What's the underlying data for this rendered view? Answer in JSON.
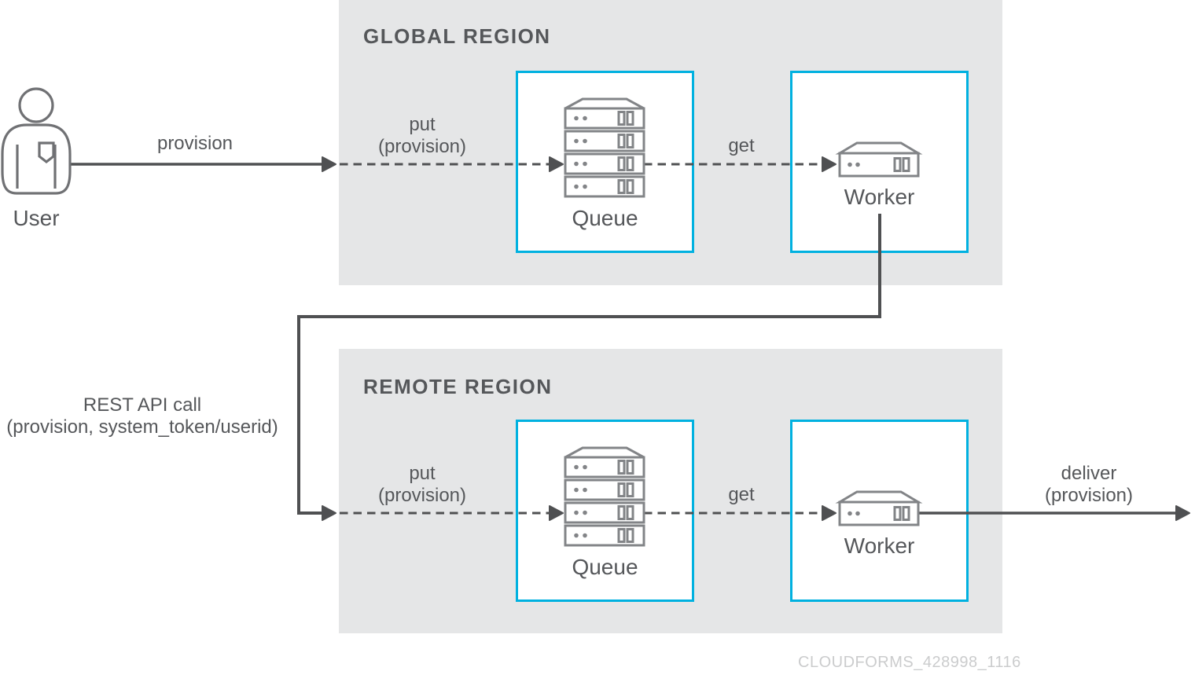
{
  "diagram": {
    "user": {
      "label": "User"
    },
    "regions": {
      "global": {
        "title": "GLOBAL REGION",
        "queue_label": "Queue",
        "worker_label": "Worker"
      },
      "remote": {
        "title": "REMOTE REGION",
        "queue_label": "Queue",
        "worker_label": "Worker"
      }
    },
    "edges": {
      "provision": "provision",
      "put_global_line1": "put",
      "put_global_line2": "(provision)",
      "get_global": "get",
      "rest_line1": "REST API call",
      "rest_line2": "(provision, system_token/userid)",
      "put_remote_line1": "put",
      "put_remote_line2": "(provision)",
      "get_remote": "get",
      "deliver_line1": "deliver",
      "deliver_line2": "(provision)"
    },
    "watermark": "CLOUDFORMS_428998_1116",
    "colors": {
      "accent_cyan": "#00b1e0",
      "region_gray": "#e5e6e7",
      "line_dark": "#4f5052",
      "icon_gray": "#828487",
      "text": "#55575a",
      "watermark": "#cbcccd"
    }
  }
}
